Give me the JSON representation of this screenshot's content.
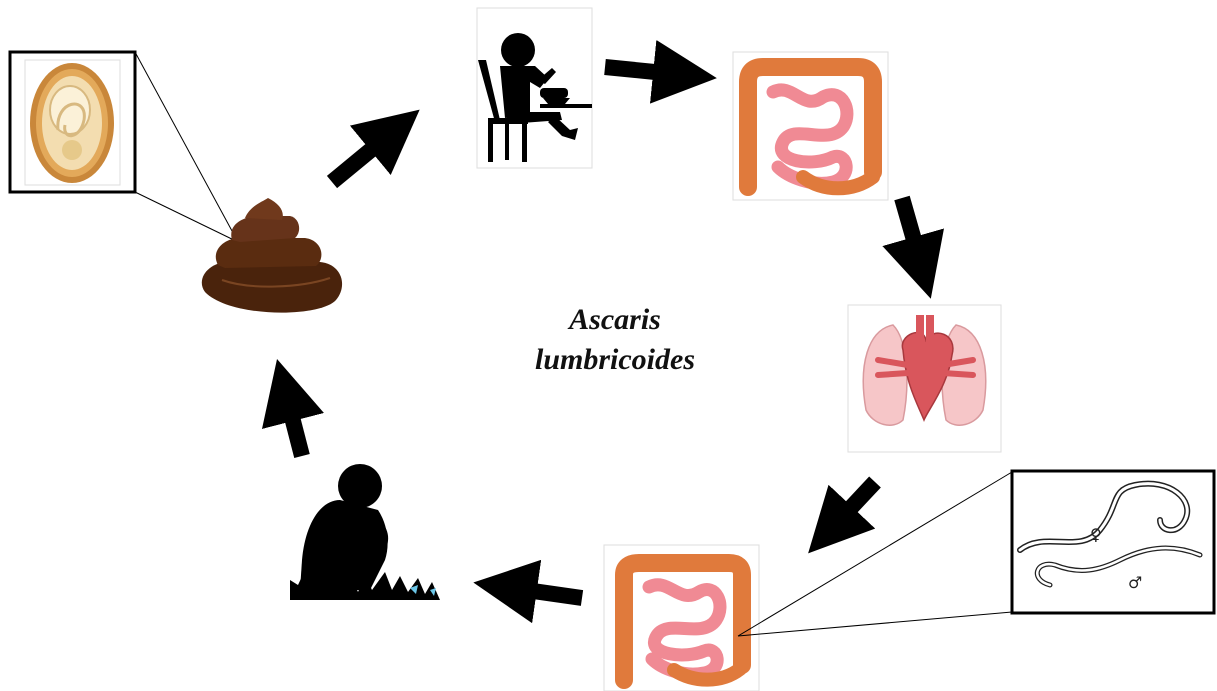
{
  "title": {
    "line1": "Ascaris",
    "line2": "lumbricoides"
  },
  "stages": [
    {
      "id": "egg",
      "icon": "ascaris-egg-icon"
    },
    {
      "id": "stool",
      "icon": "stool-icon"
    },
    {
      "id": "child-eating",
      "icon": "child-eating-silhouette-icon"
    },
    {
      "id": "intestine-ingestion",
      "icon": "intestine-icon"
    },
    {
      "id": "heart-lungs",
      "icon": "heart-lungs-icon"
    },
    {
      "id": "intestine-adult",
      "icon": "intestine-icon"
    },
    {
      "id": "adult-worms",
      "icon": "adult-worms-icon"
    },
    {
      "id": "child-squatting",
      "icon": "child-squatting-silhouette-icon"
    }
  ],
  "worm_symbols": {
    "female": "♀",
    "male": "♂"
  },
  "colors": {
    "arrow": "#000000",
    "stool": "#5a2c10",
    "intestine_small": "#f08a94",
    "intestine_large": "#e07a3c",
    "heart": "#d9565c",
    "lungs": "#f6c6c8",
    "egg_shell": "#c9873a",
    "egg_inner": "#f3ddb0"
  }
}
